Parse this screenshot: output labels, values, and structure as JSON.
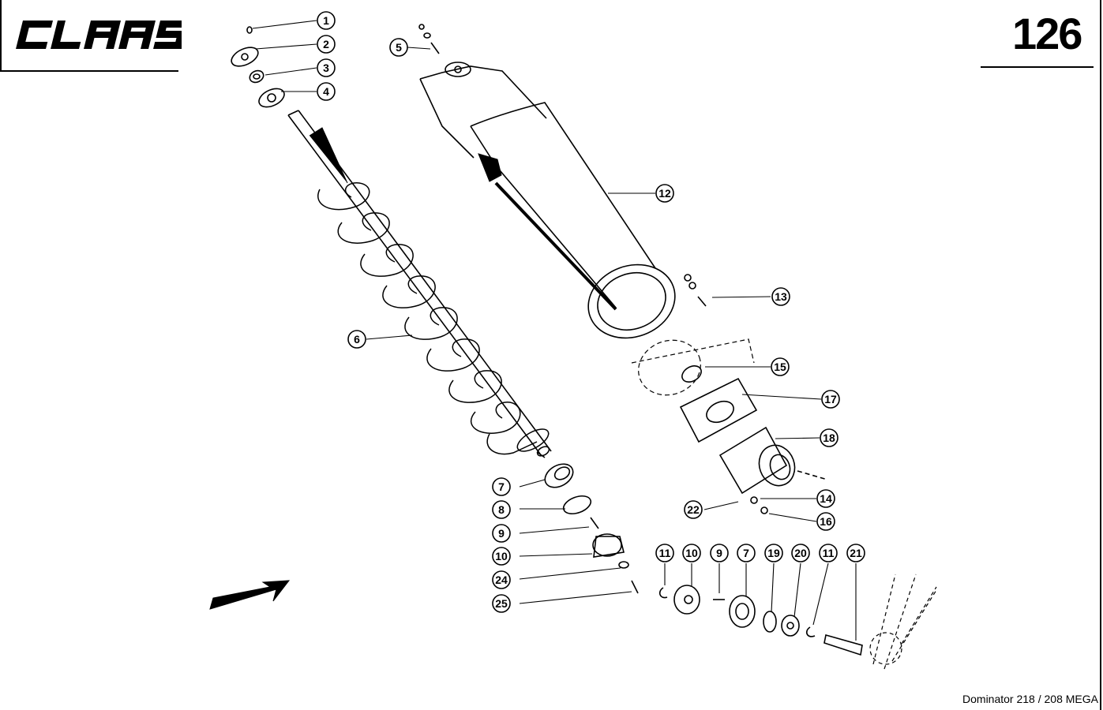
{
  "brand": {
    "logo_text": "CLAAS"
  },
  "page": {
    "number": "126",
    "model": "Dominator 218 / 208 MEGA"
  },
  "callouts": [
    {
      "label": "1"
    },
    {
      "label": "2"
    },
    {
      "label": "3"
    },
    {
      "label": "4"
    },
    {
      "label": "5"
    },
    {
      "label": "6"
    },
    {
      "label": "12"
    },
    {
      "label": "13"
    },
    {
      "label": "15"
    },
    {
      "label": "17"
    },
    {
      "label": "18"
    },
    {
      "label": "14"
    },
    {
      "label": "22"
    },
    {
      "label": "16"
    },
    {
      "label": "7"
    },
    {
      "label": "8"
    },
    {
      "label": "9"
    },
    {
      "label": "10"
    },
    {
      "label": "24"
    },
    {
      "label": "25"
    },
    {
      "label": "11"
    },
    {
      "label": "10"
    },
    {
      "label": "9"
    },
    {
      "label": "7"
    },
    {
      "label": "19"
    },
    {
      "label": "20"
    },
    {
      "label": "11"
    },
    {
      "label": "21"
    }
  ]
}
